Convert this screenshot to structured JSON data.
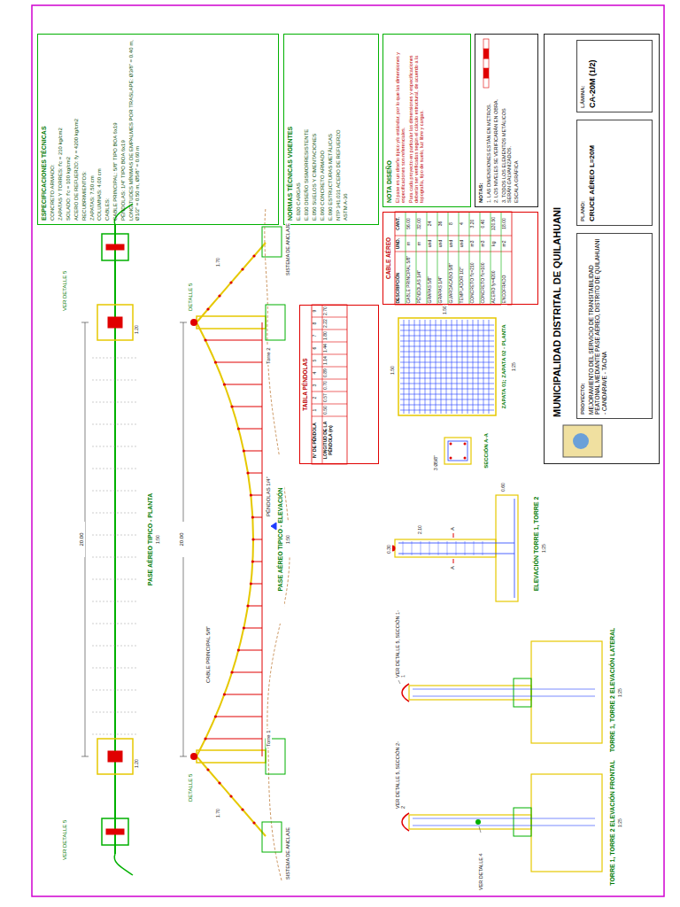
{
  "diagram": {
    "nodes": [
      {
        "text": [
          "ESPECIFICACIONES TÉCNICAS",
          "CONCRETO ARMADO:",
          "ZAPATAS Y TORRES: f'c = 210 kg/cm2",
          "SOLADO: f'c = 100 kg/cm2",
          "ACERO DE REFUERZO: fy = 4200 kg/cm2",
          "RECUBRIMIENTOS:",
          "ZAPATAS: 7.50 cm",
          "COLUMNAS: 4.00 cm",
          "CABLES:",
          "CABLE PRINCIPAL: 5/8\" TIPO BOA 6x19",
          "PÉNDOLAS: 1/4\" TIPO BOA 6x19",
          "LONGITUDES MÍNIMAS DE EMPALMES POR TRASLAPE: Ø3/8\" = 0.40 m, Ø1/2\" = 0.50 m, Ø5/8\" = 0.60 m"
        ]
      },
      {
        "text": [
          "NORMAS TÉCNICAS VIGENTES",
          "E.020 CARGAS",
          "E.030 DISEÑO SISMORRESISTENTE",
          "E.050 SUELOS Y CIMENTACIONES",
          "E.060 CONCRETO ARMADO",
          "E.090 ESTRUCTURAS METÁLICAS",
          "NTP 341.031 ACERO DE REFUERZO",
          "ASTM A-36"
        ]
      },
      {
        "text": [
          "NOTA DISEÑO",
          "El pase es un diseño típico y/o estándar, por lo que las dimensiones y especificaciones son referenciales.",
          "Para cada proyecto en particular las dimensiones y especificaciones deberán ser verificadas según el cálculo estructural, de acuerdo a la topografía, tipo de suelo, luz libre y cargas."
        ]
      },
      {
        "text": [
          "NOTAS:",
          "1. LAS DIMENSIONES ESTÁN EN METROS.",
          "2. LOS NIVELES SE VERIFICARÁN EN OBRA.",
          "3. TODOS LOS ELEMENTOS METÁLICOS SERÁN GALVANIZADOS.",
          "ESCALA GRÁFICA"
        ]
      },
      {
        "text": [
          "MUNICIPALIDAD DISTRITAL DE QUILAHUANI"
        ]
      },
      {
        "text": [
          "PROYECTO:",
          "MEJORAMIENTO DEL SERVICIO DE TRANSITABILIDAD PEATONAL MEDIANTE PASE AÉREO, DISTRITO DE QUILAHUANI - CANDARAVE - TACNA"
        ],
        "in": 4
      },
      {
        "text": [
          "PLANO:",
          "CRUCE AÉREO L=20M"
        ],
        "in": 4
      },
      {
        "text": [
          "LÁMINA:",
          "CA-20M (1/2)"
        ],
        "in": 4
      },
      {
        "text": [
          "TABLA PÉNDOLAS"
        ]
      },
      {
        "text": [
          "CABLE AÉREO"
        ]
      }
    ],
    "labels": [
      "PASE AÉREO TIPICO - PLANTA",
      "PASE AÉREO TIPICO - ELEVACIÓN",
      "VER DETALLE 5",
      "VER DETALLE 5",
      "DETALLE 5",
      "DETALLE 5",
      "Torre 1",
      "Torre 2",
      "20.00",
      "20.00",
      "SISTEMA DE ANCLAJE",
      "SISTEMA DE ANCLAJE",
      "CABLE PRINCIPAL 5/8\"",
      "PÉNDOLAS 1/4\"",
      "ELEVACIÓN TORRE 1, TORRE 2",
      "TORRE 1, TORRE 2 ELEVACIÓN LATERAL",
      "TORRE 1, TORRE 2 ELEVACIÓN FRONTAL",
      "ZAPATA 01; ZAPATA 02 - PLANTA",
      "SECCIÓN A-A",
      "A",
      "A",
      "VER DETALLE 5, SECCIÓN 1-1",
      "VER DETALLE 5, SECCIÓN 2-2",
      "VER DETALLE 4",
      "1:25",
      "1:25",
      "1:25",
      "1:25",
      "1:50",
      "1:50",
      "1.20",
      "1.20",
      "1.70",
      "1.70",
      "1.50",
      "1.50",
      "0.30",
      "2.10",
      "0.60",
      "3 Ø5/8\"",
      "N° DE PÉNDOLA",
      "LONGITUD DE LA PÉNDOLA (m)",
      "1",
      "0.50",
      "2",
      "0.57",
      "3",
      "0.70",
      "4",
      "0.89",
      "5",
      "1.14",
      "6",
      "1.44",
      "7",
      "1.80",
      "8",
      "2.22",
      "9",
      "2.70",
      "DESCRIPCIÓN",
      "UND.",
      "CANT.",
      "CABLE PRINCIPAL 5/8\"",
      "m",
      "56.00",
      "PÉNDOLAS 1/4\"",
      "m",
      "32.00",
      "GRAPAS 5/8\"",
      "und",
      "24",
      "GRAPAS 1/4\"",
      "und",
      "36",
      "GUARDACABO 5/8\"",
      "und",
      "8",
      "TEMPLADOR 1/2\"",
      "und",
      "4",
      "CONCRETO f'c=210",
      "m3",
      "3.20",
      "CONCRETO f'c=100",
      "m3",
      "0.40",
      "ACERO fy=4200",
      "kg",
      "120.50",
      "ENCOFRADO",
      "m2",
      "18.00"
    ]
  }
}
